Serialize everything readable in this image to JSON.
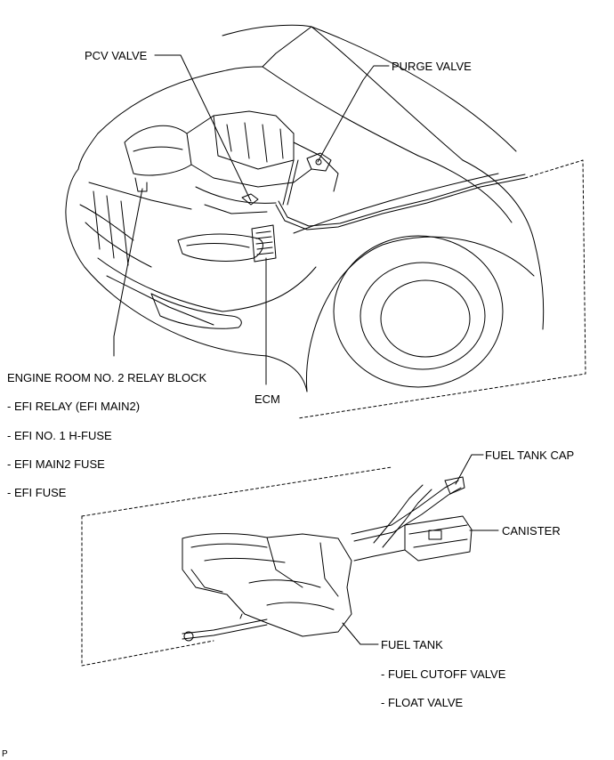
{
  "labels": {
    "pcv_valve": "PCV VALVE",
    "purge_valve": "PURGE VALVE",
    "relay_block": "ENGINE ROOM NO. 2 RELAY BLOCK",
    "ecm": "ECM",
    "fuel_tank_cap": "FUEL TANK CAP",
    "canister": "CANISTER",
    "fuel_tank": "FUEL TANK"
  },
  "relay_block_items": [
    "- EFI RELAY (EFI MAIN2)",
    "- EFI NO. 1 H-FUSE",
    "- EFI MAIN2 FUSE",
    "- EFI FUSE"
  ],
  "fuel_tank_items": [
    "- FUEL CUTOFF VALVE",
    "- FLOAT VALVE"
  ],
  "corner_mark": "P",
  "colors": {
    "line": "#000000",
    "background": "#ffffff"
  }
}
